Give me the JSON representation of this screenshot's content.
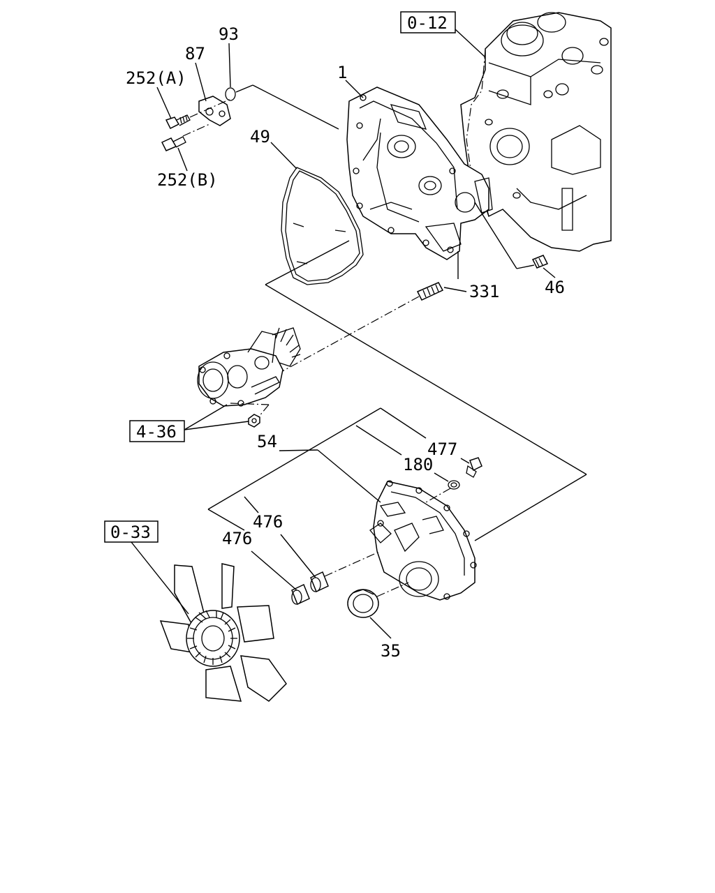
{
  "labels": {
    "p1": "1",
    "p87": "87",
    "p93": "93",
    "p252a": "252(A)",
    "p252b": "252(B)",
    "p49": "49",
    "p331": "331",
    "p46": "46",
    "p54": "54",
    "p477": "477",
    "p180": "180",
    "p476a": "476",
    "p476b": "476",
    "p35": "35"
  },
  "references": {
    "r012": "0-12",
    "r436": "4-36",
    "r033": "0-33"
  }
}
